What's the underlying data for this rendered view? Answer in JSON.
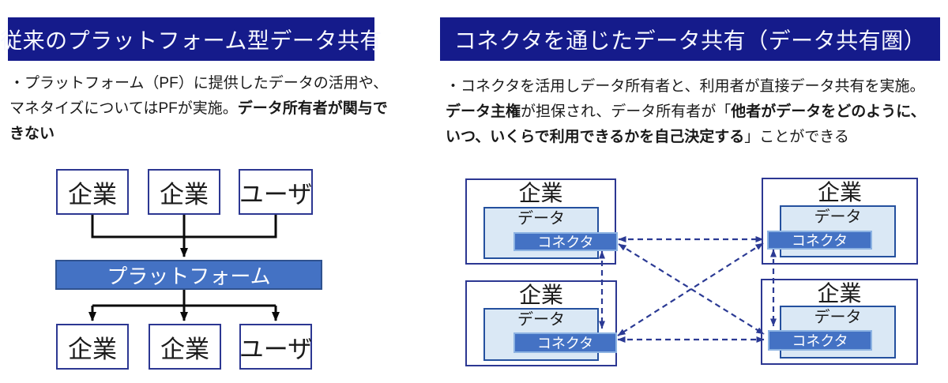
{
  "left_panel": {
    "header": "従来のプラットフォーム型データ共有",
    "body": {
      "line1": "・プラットフォーム（PF）に提供したデータの活用や、",
      "line2_normal": "マネタイズについてはPFが実施。",
      "line2_bold": "データ所有者が関与できない"
    },
    "top_row": [
      "企業",
      "企業",
      "ユーザ"
    ],
    "platform_label": "プラットフォーム",
    "bottom_row": [
      "企業",
      "企業",
      "ユーザ"
    ]
  },
  "right_panel": {
    "header": "コネクタを通じたデータ共有（データ共有圏）",
    "body": {
      "line1": "・コネクタを活用しデータ所有者と、利用者が直接データ共有を実施。",
      "line2_bold_a": "データ主権",
      "line2_normal": "が担保され、データ所有者が「",
      "line2_bold_b": "他者がデータをどのように、",
      "line3_bold": "いつ、いくらで利用できるかを自己決定する",
      "line3_normal": "」ことができる"
    },
    "boxes": [
      {
        "label": "企業",
        "data_label": "データ",
        "connector_label": "コネクタ"
      },
      {
        "label": "企業",
        "data_label": "データ",
        "connector_label": "コネクタ"
      },
      {
        "label": "企業",
        "data_label": "データ",
        "connector_label": "コネクタ"
      },
      {
        "label": "企業",
        "data_label": "データ",
        "connector_label": "コネクタ"
      }
    ]
  },
  "colors": {
    "header_bg": "#151b8b",
    "box_border": "#2c3792",
    "platform_fill": "#4472c4",
    "platform_border": "#2f528f",
    "data_fill": "#dae8f5",
    "data_border": "#24509e",
    "connector_fill": "#4472c4",
    "connector_border": "#8db3e2",
    "arrow_navy": "#2b3a94",
    "arrow_black": "#0a0a0a"
  }
}
